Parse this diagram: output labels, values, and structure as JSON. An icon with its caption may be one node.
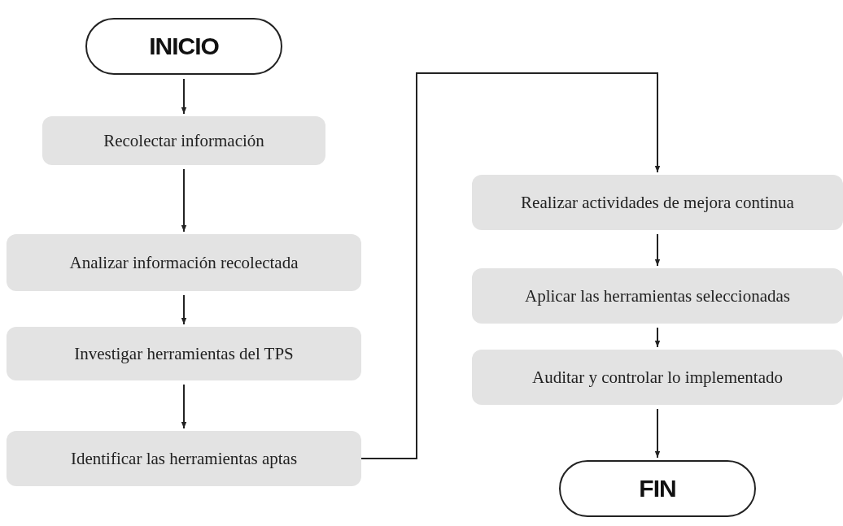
{
  "diagram": {
    "nodes": [
      {
        "text": [
          "INICIO"
        ]
      },
      {
        "text": [
          "Recolectar información"
        ]
      },
      {
        "text": [
          "Analizar información recolectada"
        ]
      },
      {
        "text": [
          "Investigar herramientas del TPS"
        ]
      },
      {
        "text": [
          "Identificar las herramientas aptas"
        ]
      },
      {
        "text": [
          "Realizar actividades de mejora continua"
        ]
      },
      {
        "text": [
          "Aplicar las herramientas seleccionadas"
        ]
      },
      {
        "text": [
          "Auditar y controlar lo implementado"
        ]
      },
      {
        "text": [
          "FIN"
        ]
      }
    ],
    "edges": [
      {
        "from": 0,
        "to": 1,
        "arrow": "to"
      },
      {
        "from": 1,
        "to": 2,
        "arrow": "to"
      },
      {
        "from": 2,
        "to": 3,
        "arrow": "to"
      },
      {
        "from": 3,
        "to": 4,
        "arrow": "to"
      },
      {
        "from": 4,
        "to": 5,
        "arrow": "to"
      },
      {
        "from": 5,
        "to": 6,
        "arrow": "to"
      },
      {
        "from": 6,
        "to": 7,
        "arrow": "to"
      },
      {
        "from": 7,
        "to": 8,
        "arrow": "to"
      }
    ]
  }
}
